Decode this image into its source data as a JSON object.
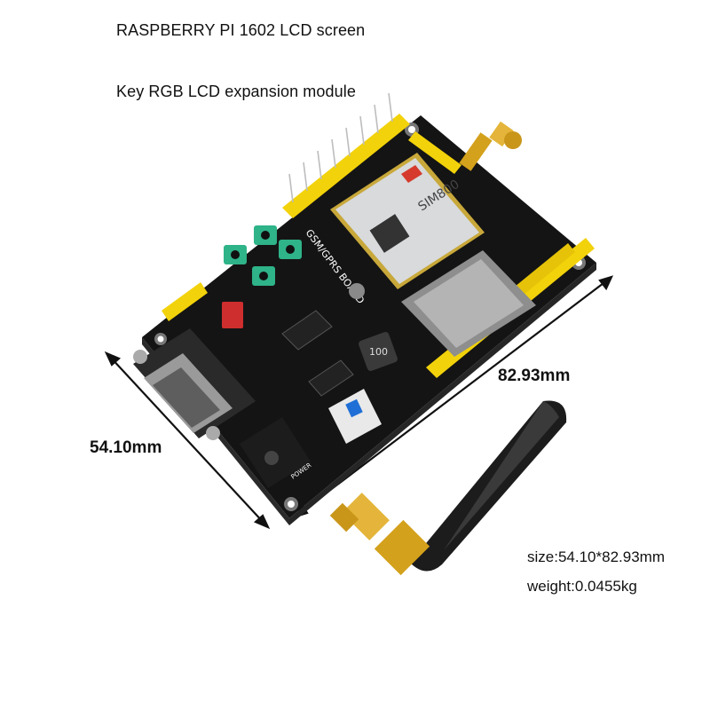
{
  "titles": {
    "line1": "RASPBERRY PI 1602 LCD screen",
    "line2": "Key RGB LCD expansion module"
  },
  "dimensions": {
    "width_label": "54.10mm",
    "length_label": "82.93mm"
  },
  "specs": {
    "size": "size:54.10*82.93mm",
    "weight": "weight:0.0455kg"
  },
  "board": {
    "module_label": "SIM800",
    "board_label": "GSM/GPRS BOARD",
    "inductor_label": "100",
    "power_label": "POWER"
  },
  "colors": {
    "pcb": "#141414",
    "header": "#f2d20a",
    "pins": "#b9b9b9",
    "module": "#d8dadc",
    "module_brand": "#d63a2c",
    "audio_jack": "#2fb389",
    "jumper": "#cf2e2e",
    "switch": "#1f6fd6",
    "gold": "#d4a11c",
    "antenna": "#1c1c1c"
  }
}
